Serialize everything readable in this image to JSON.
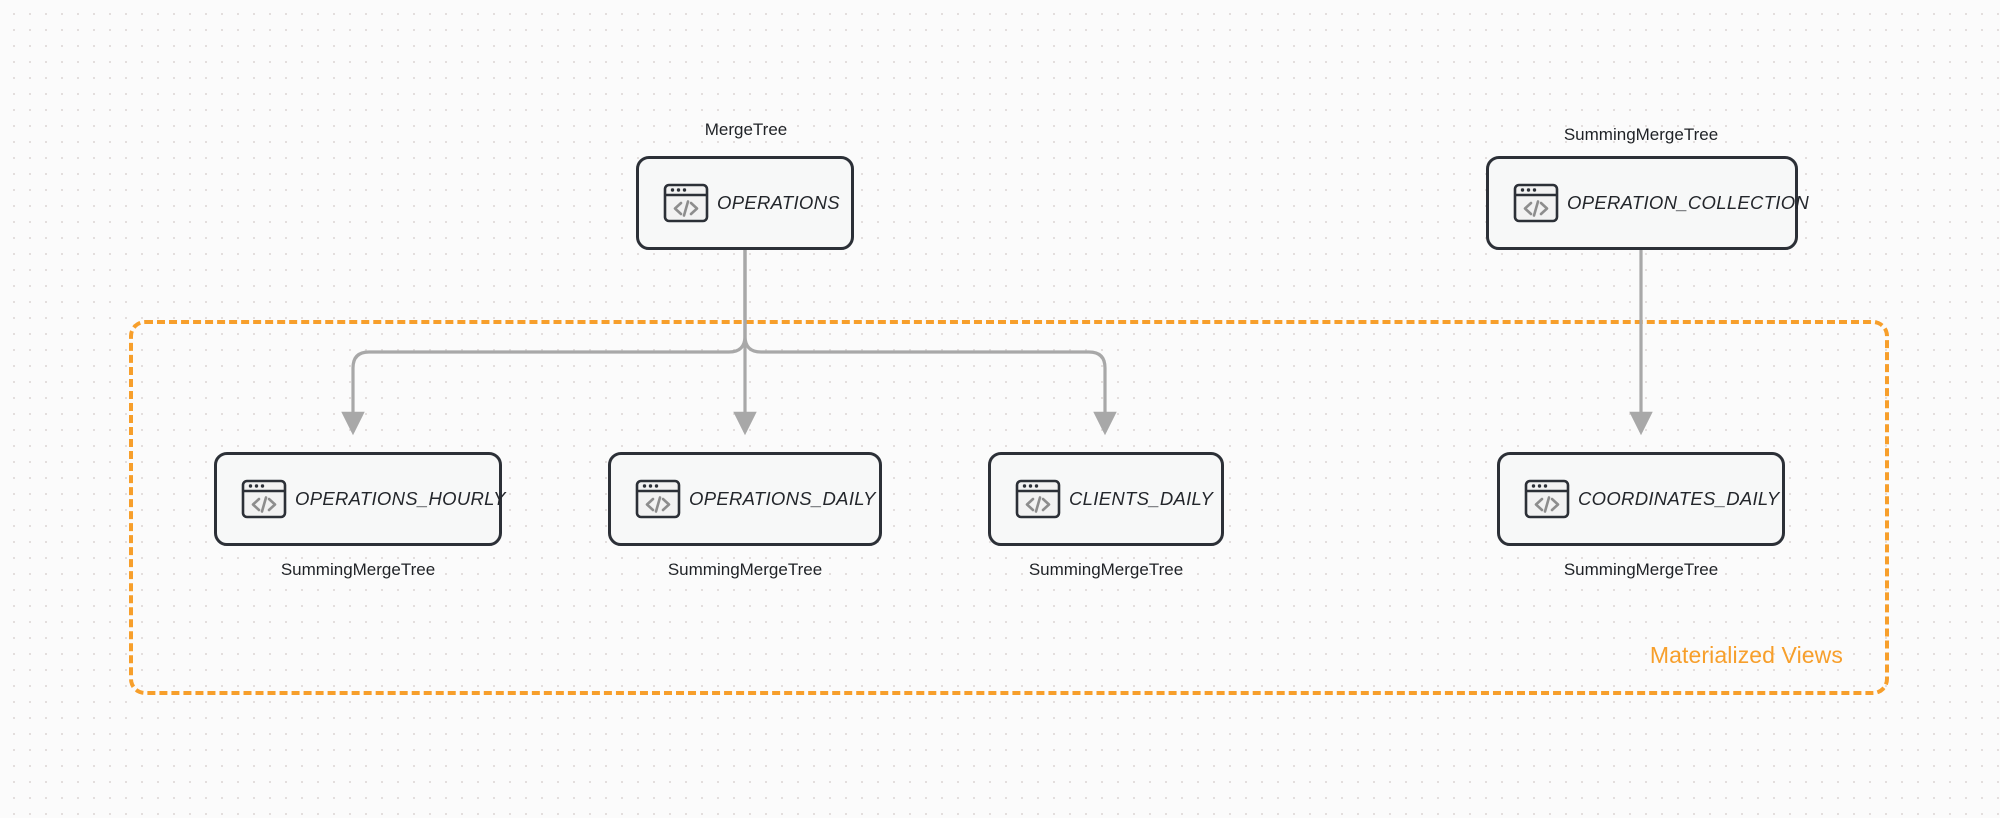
{
  "diagram": {
    "group": {
      "label": "Materialized Views",
      "accent_color": "#f79f2b"
    },
    "sources": [
      {
        "id": "operations",
        "title": "OPERATIONS",
        "engine": "MergeTree",
        "icon": "code-window-icon"
      },
      {
        "id": "operation_collection",
        "title": "OPERATION_COLLECTION",
        "engine": "SummingMergeTree",
        "icon": "code-window-icon"
      }
    ],
    "views": [
      {
        "id": "operations_hourly",
        "title": "OPERATIONS_HOURLY",
        "engine": "SummingMergeTree",
        "icon": "code-window-icon"
      },
      {
        "id": "operations_daily",
        "title": "OPERATIONS_DAILY",
        "engine": "SummingMergeTree",
        "icon": "code-window-icon"
      },
      {
        "id": "clients_daily",
        "title": "CLIENTS_DAILY",
        "engine": "SummingMergeTree",
        "icon": "code-window-icon"
      },
      {
        "id": "coordinates_daily",
        "title": "COORDINATES_DAILY",
        "engine": "SummingMergeTree",
        "icon": "code-window-icon"
      }
    ],
    "edges": [
      {
        "from": "operations",
        "to": "operations_hourly"
      },
      {
        "from": "operations",
        "to": "operations_daily"
      },
      {
        "from": "operations",
        "to": "clients_daily"
      },
      {
        "from": "operation_collection",
        "to": "coordinates_daily"
      }
    ]
  }
}
